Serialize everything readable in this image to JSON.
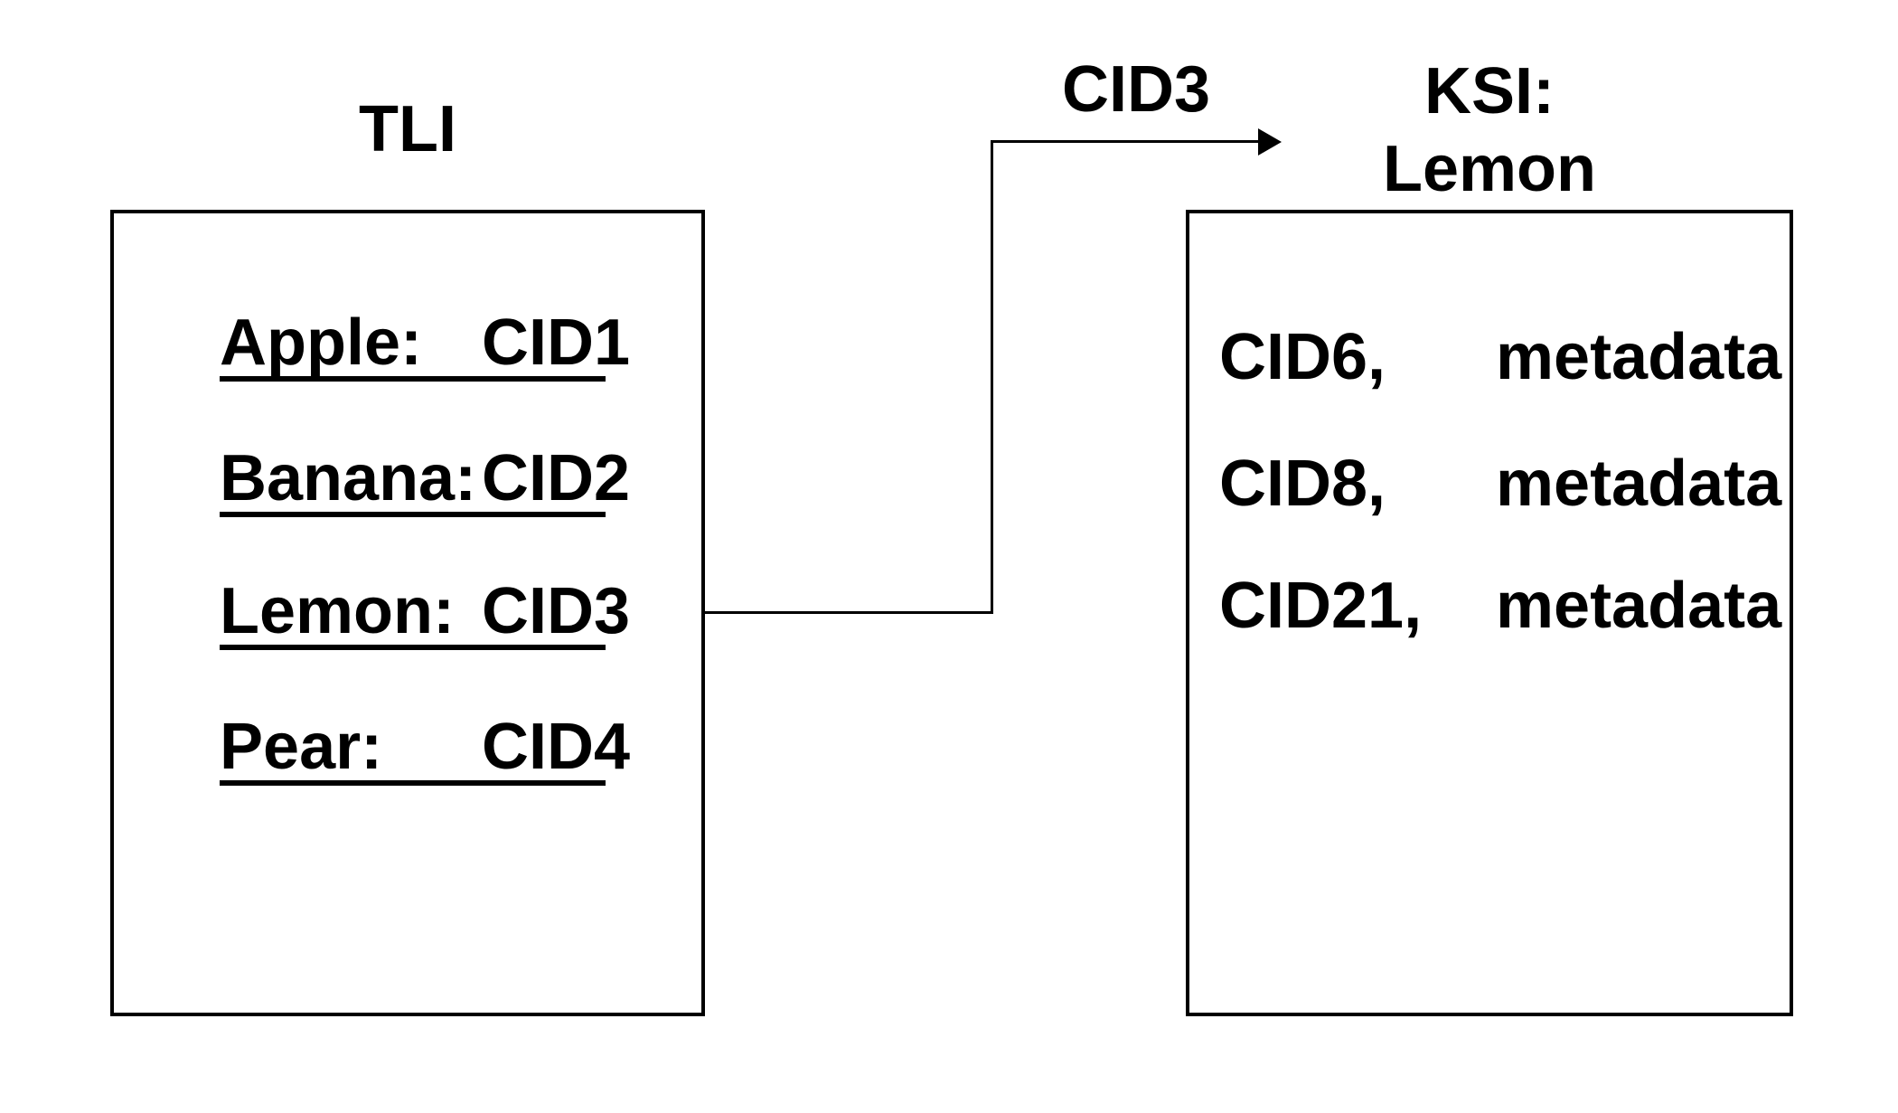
{
  "canvas": {
    "background_color": "#ffffff",
    "ink_color": "#000000"
  },
  "tli_panel": {
    "title": "TLI",
    "entries": [
      {
        "label": "Apple:",
        "value": "CID1"
      },
      {
        "label": "Banana:",
        "value": "CID2"
      },
      {
        "label": "Lemon:",
        "value": "CID3"
      },
      {
        "label": "Pear:",
        "value": "CID4"
      }
    ]
  },
  "arrow": {
    "label": "CID3",
    "from": "TLI box, Lemon row",
    "to": "KSI: Lemon box"
  },
  "ksi_panel": {
    "title_line1": "KSI:",
    "title_line2": "Lemon",
    "entries": [
      {
        "cid": "CID6,",
        "meta": "metadata"
      },
      {
        "cid": "CID8,",
        "meta": "metadata"
      },
      {
        "cid": "CID21,",
        "meta": "metadata"
      }
    ]
  }
}
